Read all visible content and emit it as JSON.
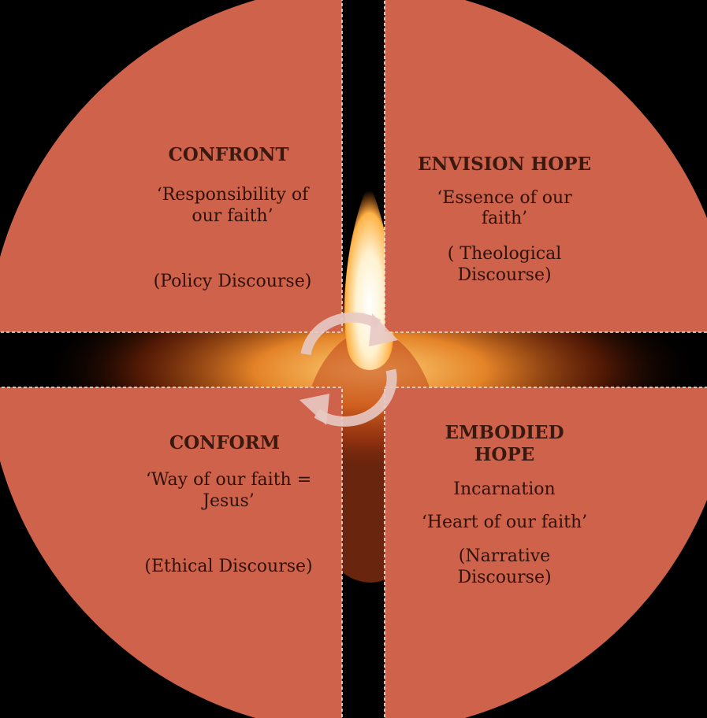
{
  "colors": {
    "background": "#000000",
    "quadrant_fill": "#cf624a",
    "quadrant_stroke": "#f4e6e0",
    "text": "#3a1a10",
    "arrow": "#e7c9c4",
    "flame": "#ff9a2e"
  },
  "icons": [
    "candle-flame-icon",
    "cycle-arrows-icon"
  ],
  "quadrants": {
    "top_left": {
      "title": "CONFRONT",
      "line1": "‘Responsibility of",
      "line2": "our faith’",
      "discourse": "(Policy Discourse)"
    },
    "top_right": {
      "title": "ENVISION HOPE",
      "line1": "‘Essence of  our",
      "line2": "faith’",
      "discourse1": "( Theological",
      "discourse2": "Discourse)"
    },
    "bottom_left": {
      "title": "CONFORM",
      "line1": "‘Way of our faith =",
      "line2": "Jesus’",
      "discourse": "(Ethical Discourse)"
    },
    "bottom_right": {
      "title1": "EMBODIED",
      "title2": "HOPE",
      "line0": "Incarnation",
      "line1": "‘Heart of our faith’",
      "discourse1": "(Narrative",
      "discourse2": "Discourse)"
    }
  }
}
